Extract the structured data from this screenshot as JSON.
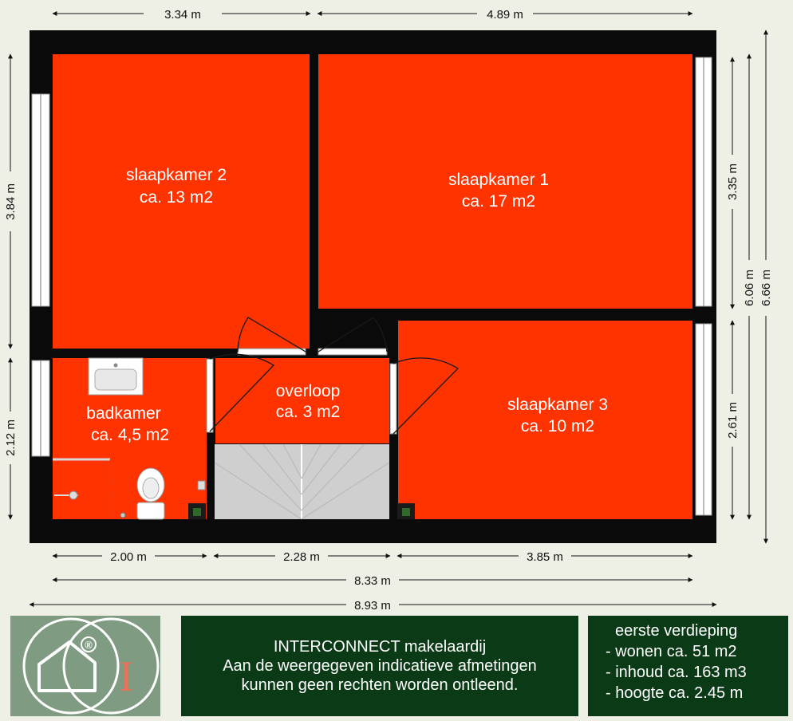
{
  "rooms": {
    "slaapkamer_2": {
      "name": "slaapkamer 2",
      "area": "ca. 13 m2"
    },
    "slaapkamer_1": {
      "name": "slaapkamer 1",
      "area": "ca. 17 m2"
    },
    "overloop": {
      "name": "overloop",
      "area": "ca. 3 m2"
    },
    "slaapkamer_3": {
      "name": "slaapkamer 3",
      "area": "ca. 10 m2"
    },
    "badkamer": {
      "name": "badkamer",
      "area": "ca. 4,5 m2"
    }
  },
  "dimensions": {
    "top_left": "3.34 m",
    "top_right": "4.89 m",
    "left_upper": "3.84 m",
    "left_lower": "2.12 m",
    "right_upper": "3.35 m",
    "right_lower": "2.61 m",
    "right_inner_total": "6.06 m",
    "right_outer_total": "6.66 m",
    "bottom_1": "2.00 m",
    "bottom_2": "2.28 m",
    "bottom_3": "3.85 m",
    "bottom_inner_total": "8.33 m",
    "bottom_outer_total": "8.93 m"
  },
  "company": {
    "line1": "INTERCONNECT makelaardij",
    "line2": "Aan de weergegeven indicatieve afmetingen",
    "line3": "kunnen geen rechten worden ontleend."
  },
  "summary": {
    "title": "eerste verdieping",
    "wonen": "- wonen ca. 51 m2",
    "inhoud": "- inhoud ca. 163 m3",
    "hoogte": "- hoogte ca. 2.45 m"
  },
  "logo": {
    "registered": "®",
    "letter": "I"
  },
  "colors": {
    "room": "#ff3300",
    "wall": "#0a0a0a",
    "footer_green": "#0b3a16",
    "logo_green": "#7f9b82",
    "logo_letter": "#e6735a"
  }
}
